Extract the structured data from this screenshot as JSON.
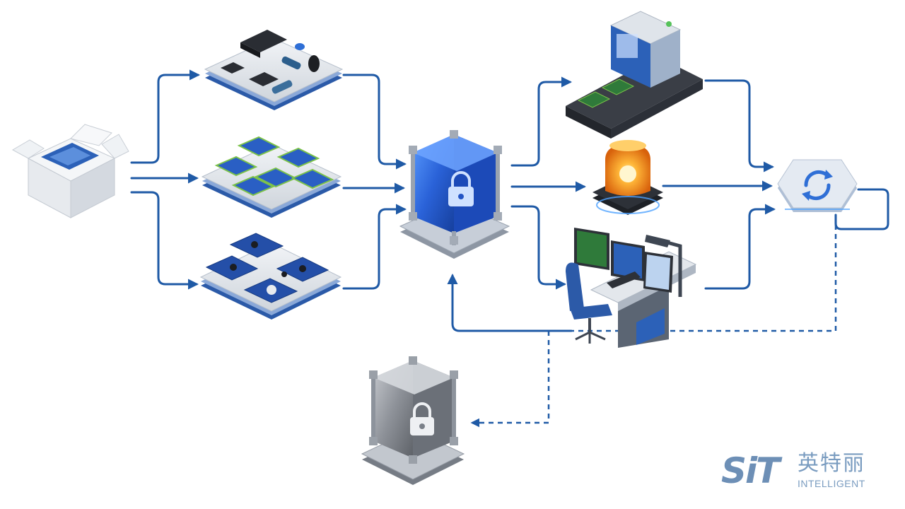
{
  "logo": {
    "mark": "SiT",
    "name_cn": "英特丽",
    "name_en": "INTELLIGENT"
  },
  "colors": {
    "flow_line": "#1f5aa6",
    "accent_blue": "#2f6fd6",
    "panel_gray": "#dfe4ea",
    "alarm_orange": "#f39a1e"
  },
  "icons": [
    "package-box-icon",
    "component-tray-icon",
    "pcb-panel-icon",
    "assembled-board-icon",
    "secure-vault-icon",
    "smt-conveyor-icon",
    "alarm-beacon-icon",
    "operator-workstation-icon",
    "sync-cycle-icon",
    "quarantine-vault-icon"
  ]
}
